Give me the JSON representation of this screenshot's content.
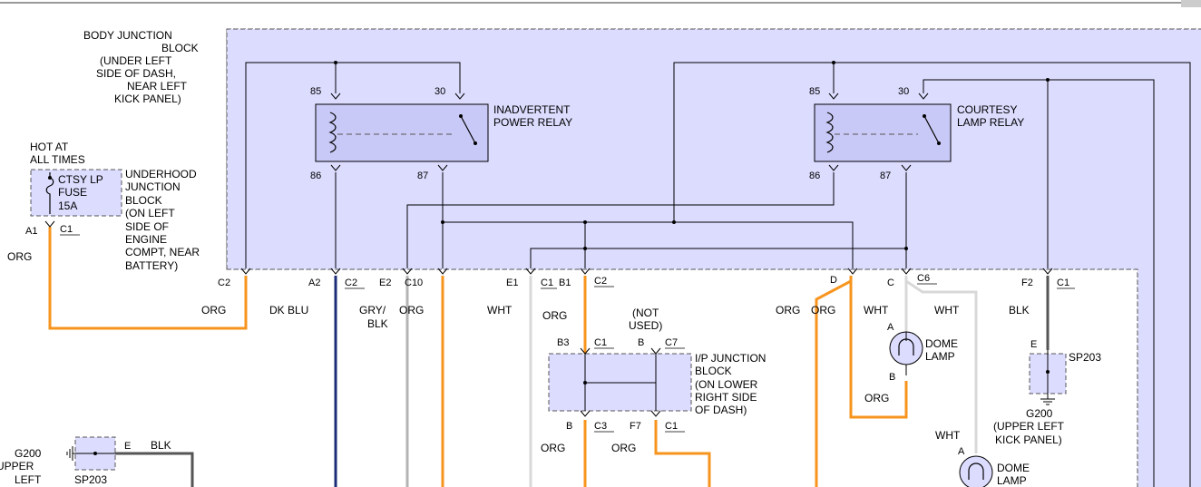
{
  "colors": {
    "block_fill": "#dcdcff",
    "component_fill": "#c9c9f7",
    "wire_black": "#000000",
    "wire_orange": "#f7941d",
    "wire_dark_blue": "#1c2c78",
    "wire_gray": "#b4b4b4",
    "wire_white": "#d8d8d8",
    "wire_blk": "#555555"
  },
  "body_junction_block": {
    "title": "BODY JUNCTION",
    "lines": [
      "BLOCK",
      "(UNDER LEFT",
      "SIDE OF DASH,",
      "NEAR LEFT",
      "KICK PANEL)"
    ]
  },
  "hot_at_all_times": [
    "HOT AT",
    "ALL TIMES"
  ],
  "fuse": {
    "lines": [
      "CTSY LP",
      "FUSE",
      "15A"
    ]
  },
  "underhood_junction_block": {
    "lines": [
      "UNDERHOOD",
      "JUNCTION",
      "BLOCK",
      "(ON LEFT",
      "SIDE OF",
      "ENGINE",
      "COMPT, NEAR",
      "BATTERY)"
    ]
  },
  "relays": {
    "inadvertent": {
      "lines": [
        "INADVERTENT",
        "POWER RELAY"
      ],
      "pins": [
        "85",
        "30",
        "86",
        "87"
      ]
    },
    "courtesy": {
      "lines": [
        "COURTESY",
        "LAMP RELAY"
      ],
      "pins": [
        "85",
        "30",
        "86",
        "87"
      ]
    }
  },
  "ip_junction_block": {
    "lines": [
      "I/P JUNCTION",
      "BLOCK",
      "(ON LOWER",
      "RIGHT SIDE",
      "OF DASH)"
    ],
    "not_used": [
      "(NOT",
      "USED)"
    ]
  },
  "dome_lamp": [
    "DOME",
    "LAMP"
  ],
  "splice": "SP203",
  "ground": {
    "name": "G200",
    "lines": [
      "(UPPER LEFT",
      "KICK PANEL)"
    ],
    "partial_lines": [
      "UPPER",
      "LEFT"
    ]
  },
  "connector_labels": {
    "a1": "A1",
    "c1": "C1",
    "c2": "C2",
    "a2": "A2",
    "c2b": "C2",
    "e2": "E2",
    "c10": "C10",
    "e1": "E1",
    "c1b": "C1",
    "b1": "B1",
    "c2c": "C2",
    "d": "D",
    "c": "C",
    "c6": "C6",
    "f2": "F2",
    "c1c": "C1",
    "b3": "B3",
    "c1d": "C1",
    "b": "B",
    "c7": "C7",
    "b_bottom": "B",
    "c3": "C3",
    "f7": "F7",
    "c1e": "C1",
    "dome_a": "A",
    "dome_b": "B",
    "dome2_a": "A",
    "sp_e": "E",
    "sp_e2": "E"
  },
  "wire_colors": {
    "org_fuse": "ORG",
    "org_c2": "ORG",
    "dk_blu": "DK BLU",
    "gry_blk": [
      "GRY/",
      "BLK"
    ],
    "org_c10": "ORG",
    "wht_e1": "WHT",
    "org_b1": "ORG",
    "org_d1": "ORG",
    "org_d2": "ORG",
    "wht_c": "WHT",
    "wht_c6": "WHT",
    "blk_f2": "BLK",
    "org_b": "ORG",
    "org_f7": "ORG",
    "org_dome": "ORG",
    "wht_dome2": "WHT",
    "blk_left": "BLK"
  }
}
